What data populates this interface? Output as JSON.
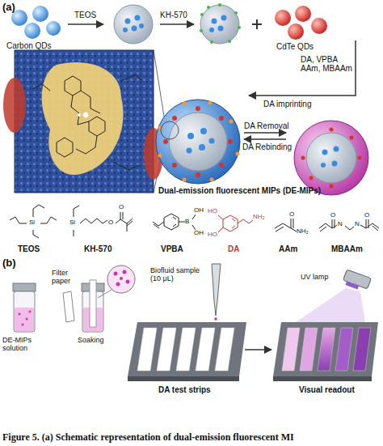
{
  "diagram": {
    "caption": "Figure 5. (a) Schematic representation of dual-emission fluorescent MI",
    "labels": [
      "(a)",
      "TEOS",
      "KH-570",
      "Carbon QDs",
      "CdTe QDs",
      "DA, VPBA AAm, MBAAm",
      "DA imprinting",
      "DA Removal",
      "DA Rebinding",
      "Dual-emission fluorescent MIPs (DE-MIPs)",
      "Si",
      "Si",
      "O",
      "O",
      "B",
      "OH",
      "OH",
      "HO",
      "HO",
      "NH₂",
      "O",
      "NH₂",
      "O",
      "O",
      "N",
      "N",
      "TEOS",
      "KH-570",
      "VPBA",
      "DA",
      "AAm",
      "MBAAm",
      "(b)",
      "Filter paper",
      "Biofluid sample (10 μL)",
      "UV lamp",
      "DE-MIPs solution",
      "Soaking",
      "DA test strips",
      "Visual readout"
    ]
  }
}
